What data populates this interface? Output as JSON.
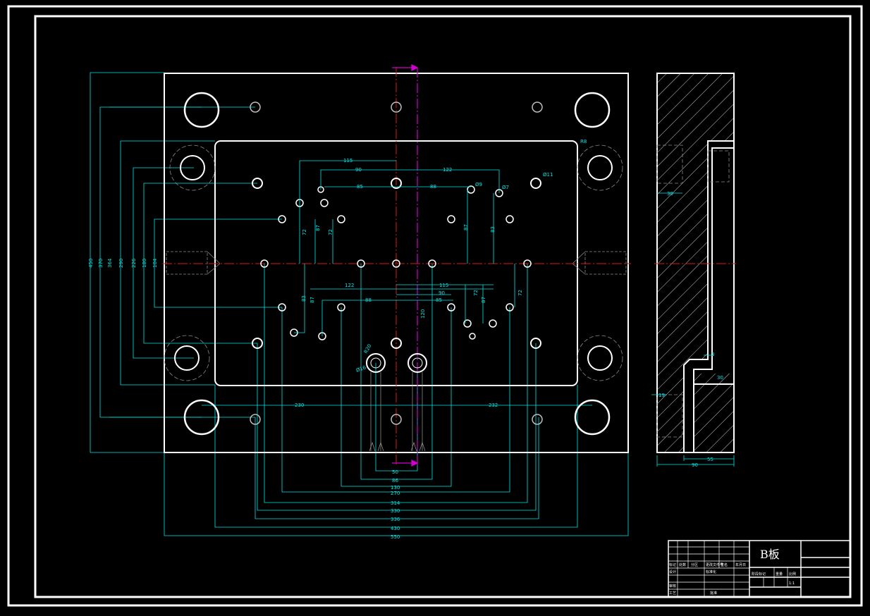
{
  "colors": {
    "background": "#000000",
    "outline": "#ffffff",
    "dimension": "#00e5e5",
    "centerline": "#d81818",
    "section_mark": "#d000d0",
    "hidden": "#8a8a8a"
  },
  "title_block": {
    "part_name": "B板",
    "cells": [
      "标记",
      "处数",
      "分区",
      "更改文件号",
      "签名",
      "年月日",
      "设计",
      "标准化",
      "阶段标记",
      "重量",
      "比例",
      "审核",
      "工艺",
      "批准",
      "1:1"
    ]
  },
  "plan_view": {
    "left_dims": [
      "450",
      "370",
      "364",
      "290",
      "226",
      "180",
      "104"
    ],
    "bottom_dims": [
      "50",
      "86",
      "130",
      "270",
      "314",
      "330",
      "336",
      "430",
      "550"
    ],
    "top_dims": [
      "115",
      "90",
      "122",
      "85",
      "88"
    ],
    "lower_dims": [
      "122",
      "115",
      "90",
      "88",
      "85",
      "120"
    ],
    "vertical_dims": [
      "72",
      "87",
      "72",
      "87",
      "83",
      "83",
      "87",
      "87",
      "72",
      "72"
    ],
    "horizontal_long": [
      "230",
      "232"
    ],
    "diameter_labels": [
      "R8",
      "Ø11",
      "Ø9",
      "Ø7",
      "R20",
      "Ø16"
    ]
  },
  "section_view": {
    "dims": [
      "30",
      "3",
      "30",
      "19",
      "55",
      "90"
    ]
  }
}
